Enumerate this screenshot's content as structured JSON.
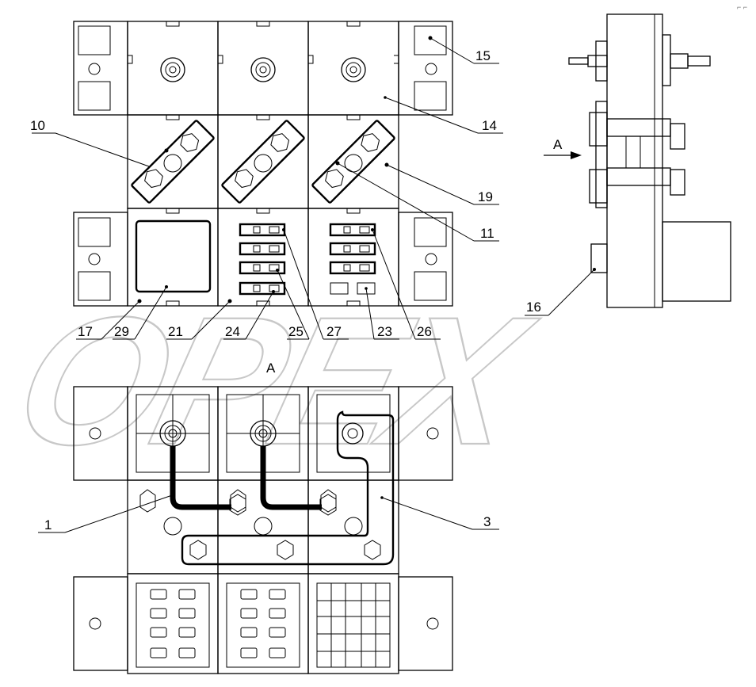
{
  "corner_mark": "⌐ ⌐",
  "watermark": "OPEX",
  "view_labels": {
    "arrow_label": "A",
    "section_title": "A"
  },
  "callouts": [
    "15",
    "14",
    "10",
    "19",
    "11",
    "16",
    "17",
    "29",
    "21",
    "24",
    "25",
    "27",
    "23",
    "26",
    "1",
    "3"
  ]
}
